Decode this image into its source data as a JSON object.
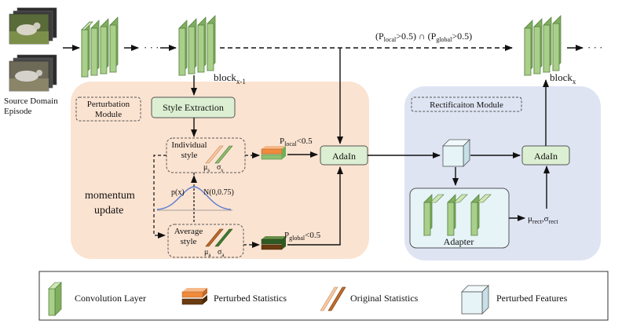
{
  "source": {
    "label_line1": "Source Domain",
    "label_line2": "Episode"
  },
  "flow": {
    "dots_left": "· · ·",
    "dots_right": "· · ·",
    "block_prev": "block",
    "block_prev_sub": "x-1",
    "block_next": "block",
    "block_next_sub": "x",
    "condition": {
      "open": "(P",
      "local_sub": "local",
      "mid": ">0.5) ∩ (P",
      "global_sub": "global",
      "close": ">0.5)"
    }
  },
  "perturbation_module": {
    "tag_line1": "Perturbation",
    "tag_line2": "Module",
    "style_extraction": "Style Extraction",
    "individual_line1": "Individual",
    "individual_line2": "style",
    "mu_s": "μ",
    "mu_s_sub": "s",
    "sigma_s": "σ",
    "sigma_s_sub": "s",
    "average_line1": "Average",
    "average_line2": "style",
    "mu_a": "μ",
    "mu_a_sub": "a",
    "sigma_a": "σ",
    "sigma_a_sub": "a",
    "momentum_line1": "momentum",
    "momentum_line2": "update",
    "px": "p(x)",
    "normal": "N(0,0.75)",
    "p_local": "P",
    "p_local_sub": "local",
    "p_local_cond": "<0.5",
    "p_global": "P",
    "p_global_sub": "global",
    "p_global_cond": "<0.5",
    "adain": "AdaIn"
  },
  "rectification_module": {
    "tag": "Rectificaiton Module",
    "adapter": "Adapter",
    "adain": "AdaIn",
    "mu_rect": "μ",
    "mu_rect_sub": "rect",
    "sep": ",",
    "sigma_rect": "σ",
    "sigma_rect_sub": "rect"
  },
  "legend": {
    "items": [
      {
        "label": "Convolution Layer",
        "icon": "convolution-layer-icon"
      },
      {
        "label": "Perturbed Statistics",
        "icon": "perturbed-statistics-icon"
      },
      {
        "label": "Original Statistics",
        "icon": "original-statistics-icon"
      },
      {
        "label": "Perturbed Features",
        "icon": "perturbed-features-icon"
      }
    ]
  },
  "colors": {
    "conv_front": "#a9cf8a",
    "conv_side": "#7fae5e",
    "conv_top": "#cfe6b8",
    "perturb_panel": "#fbe3d1",
    "rect_panel": "#dfe4f3",
    "adain_fill": "#dcefd2",
    "stat_orange": "#f08a3c",
    "stat_dark": "#6b3b10",
    "stat_green": "#6fae55",
    "stat_darkgreen": "#2f5a22",
    "feature_fill": "#e6f3f7"
  }
}
